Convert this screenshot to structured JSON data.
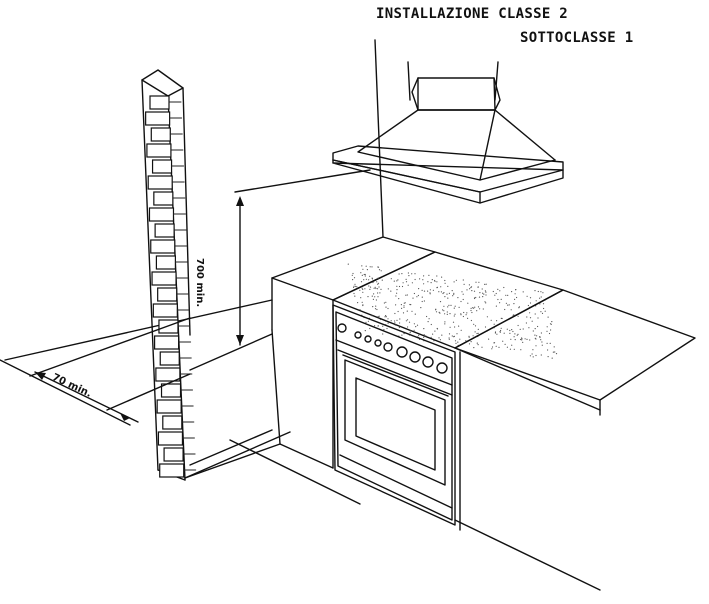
{
  "title": {
    "line1": "INSTALLAZIONE CLASSE 2",
    "line2": "SOTTOCLASSE 1"
  },
  "dimensions": {
    "hood_height": "700 min.",
    "wall_gap": "70 min."
  }
}
